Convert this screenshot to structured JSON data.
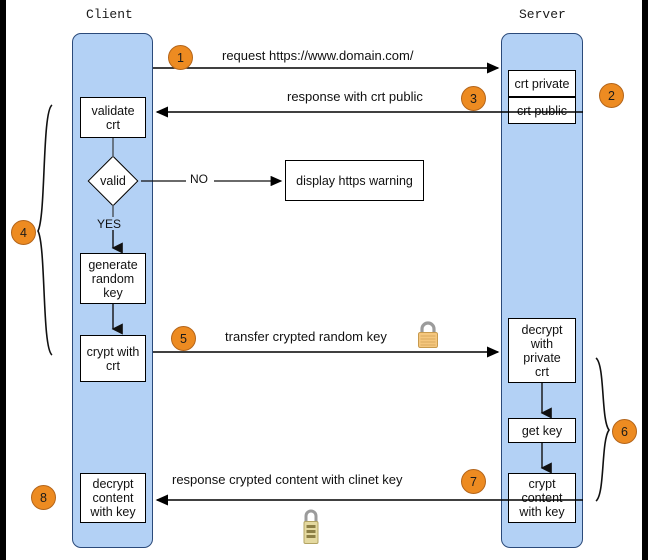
{
  "diagram": {
    "title": "HTTPS / TLS handshake sequence",
    "frame_color": "#000000",
    "lane_fill": "#b3d1f5",
    "lane_stroke": "#2b4a7a",
    "accent_color": "#ed8b21",
    "node_fill": "#ffffff",
    "node_stroke": "#000000"
  },
  "lanes": {
    "client": {
      "label": "Client"
    },
    "server": {
      "label": "Server"
    }
  },
  "client_nodes": [
    {
      "id": "validate-crt",
      "label": "validate\ncrt"
    },
    {
      "id": "valid-decision",
      "label": "valid"
    },
    {
      "id": "generate-random-key",
      "label": "generate\nrandom\nkey"
    },
    {
      "id": "crypt-with-crt",
      "label": "crypt with\ncrt"
    },
    {
      "id": "decrypt-content-with-key",
      "label": "decrypt\ncontent\nwith key"
    }
  ],
  "server_nodes": [
    {
      "id": "crt-private",
      "label": "crt private"
    },
    {
      "id": "crt-public",
      "label": "crt public"
    },
    {
      "id": "decrypt-with-private-crt",
      "label": "decrypt\nwith\nprivate\ncrt"
    },
    {
      "id": "get-key",
      "label": "get key"
    },
    {
      "id": "crypt-content-with-key",
      "label": "crypt\ncontent\nwith key"
    }
  ],
  "external_nodes": [
    {
      "id": "display-https-warning",
      "label": "display https warning"
    }
  ],
  "branch_labels": {
    "no": "NO",
    "yes": "YES"
  },
  "messages": [
    {
      "step": "1",
      "label": "request https://www.domain.com/",
      "direction": "client-to-server"
    },
    {
      "step": "3",
      "label": "response with crt public",
      "direction": "server-to-client"
    },
    {
      "step": "5",
      "label": "transfer crypted random key",
      "direction": "client-to-server"
    },
    {
      "step": "7",
      "label": "response crypted content with clinet key",
      "direction": "server-to-client"
    }
  ],
  "step_markers": [
    {
      "number": "1"
    },
    {
      "number": "2"
    },
    {
      "number": "3"
    },
    {
      "number": "4"
    },
    {
      "number": "5"
    },
    {
      "number": "6"
    },
    {
      "number": "7"
    },
    {
      "number": "8"
    }
  ],
  "icons": [
    {
      "name": "padlock-icon-transfer"
    },
    {
      "name": "padlock-icon-response"
    }
  ]
}
